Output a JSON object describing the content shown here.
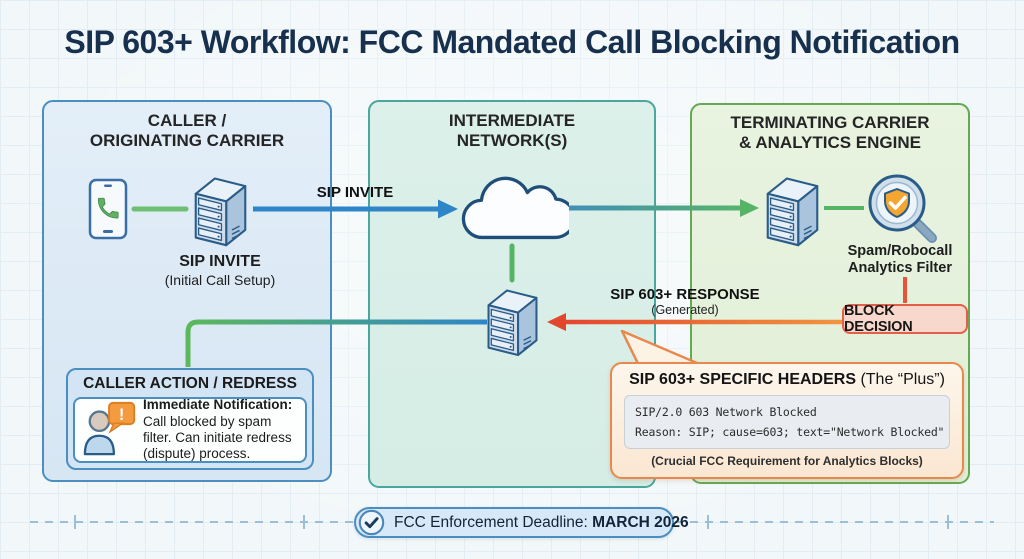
{
  "title": "SIP 603+ Workflow: FCC Mandated Call Blocking Notification",
  "panels": {
    "caller": {
      "header1": "CALLER /",
      "header2": "ORIGINATING CARRIER"
    },
    "intermediate": {
      "header1": "INTERMEDIATE",
      "header2": "NETWORK(S)"
    },
    "terminating": {
      "header1": "TERMINATING CARRIER",
      "header2": "& ANALYTICS ENGINE"
    }
  },
  "nodes": {
    "caller_server": {
      "label": "SIP INVITE",
      "sublabel": "(Initial Call Setup)"
    },
    "analytics_filter": {
      "label1": "Spam/Robocall",
      "label2": "Analytics Filter"
    }
  },
  "arrows": {
    "sip_invite_label": "SIP INVITE",
    "response_label": "SIP 603+ RESPONSE",
    "response_sublabel": "(Generated)"
  },
  "block_decision": {
    "label": "BLOCK DECISION"
  },
  "callout": {
    "title_bold": "SIP 603+ SPECIFIC HEADERS",
    "title_normal": " (The “Plus”)",
    "code_line1": "SIP/2.0 603 Network Blocked",
    "code_line2": "Reason: SIP; cause=603; text=\"Network Blocked\"",
    "caption": "(Crucial FCC Requirement for Analytics Blocks)"
  },
  "redress": {
    "header": "CALLER ACTION / REDRESS",
    "bold": "Immediate Notification:",
    "text": " Call blocked by spam filter. Can initiate redress (dispute) process."
  },
  "deadline": {
    "prefix": "FCC Enforcement Deadline: ",
    "bold": "MARCH 2026"
  },
  "icons": {
    "phone": "phone-icon",
    "caller_server": "server-icon",
    "cloud": "cloud-icon",
    "intermediate_server": "server-icon",
    "terminating_server": "server-icon",
    "analytics_filter": "magnifier-shield-icon",
    "person_alert": "person-alert-icon",
    "deadline_check": "check-circle-icon"
  },
  "colors": {
    "title_navy": "#16304d",
    "invite_blue": "#2e86c8",
    "flow_green": "#57b467",
    "response_red": "#e2472e",
    "response_orange": "#f0953f",
    "callout_orange": "#e8884e",
    "panel_blue_border": "#4a8fc0",
    "panel_teal_border": "#49a79d",
    "panel_green_border": "#67a857",
    "block_red_border": "#e2604a"
  }
}
